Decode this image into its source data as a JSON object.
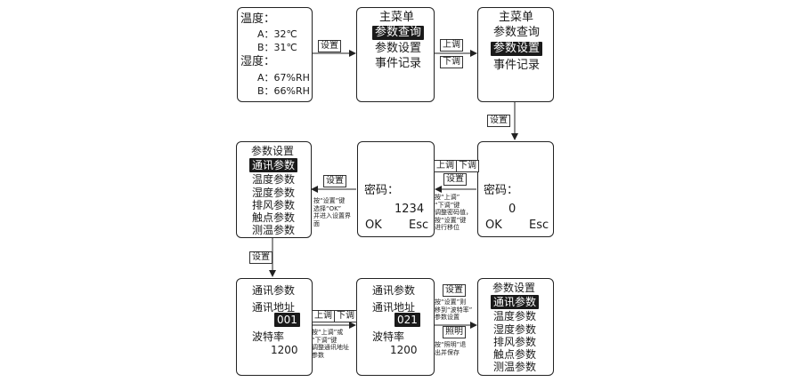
{
  "screen1": {
    "temp_label": "温度：",
    "temp_a": "A：32℃",
    "temp_b": "B：31℃",
    "hum_label": "湿度：",
    "hum_a": "A：67%RH",
    "hum_b": "B：66%RH"
  },
  "screen2": {
    "title": "主菜单",
    "item1": "参数查询",
    "item2": "参数设置",
    "item3": "事件记录",
    "selected": "参数查询"
  },
  "screen3": {
    "title": "主菜单",
    "item1": "参数查询",
    "item2": "参数设置",
    "item3": "事件记录",
    "selected": "参数设置"
  },
  "screen4": {
    "label": "密码：",
    "value": "0",
    "ok": "OK",
    "esc": "Esc"
  },
  "screen5": {
    "label": "密码：",
    "value": "1234",
    "ok": "OK",
    "esc": "Esc"
  },
  "screen6": {
    "title": "参数设置",
    "item1": "通讯参数",
    "item2": "温度参数",
    "item3": "湿度参数",
    "item4": "排风参数",
    "item5": "触点参数",
    "item6": "测温参数"
  },
  "screen7": {
    "title": "通讯参数",
    "addr_label": "通讯地址",
    "addr_value": "001",
    "baud_label": "波特率",
    "baud_value": "1200"
  },
  "screen8": {
    "title": "通讯参数",
    "addr_label": "通讯地址",
    "addr_value": "021",
    "baud_label": "波特率",
    "baud_value": "1200"
  },
  "screen9": {
    "title": "参数设置",
    "item1": "通讯参数",
    "item2": "温度参数",
    "item3": "湿度参数",
    "item4": "排风参数",
    "item5": "触点参数",
    "item6": "测温参数"
  },
  "keys": {
    "set": "设置",
    "up": "上调",
    "down": "下调",
    "light": "照明"
  },
  "notes": {
    "n1": "按“上调”\n“下调”键\n调整密码值，\n按“设置”键\n进行移位",
    "n2": "按“设置”键\n选择“OK”\n并进入设置界\n面",
    "n3": "按“上调”或\n“下调”键\n调整通讯地址\n参数",
    "n4": "按“设置”则\n移到“波特率”\n参数设置",
    "n5": "按“照明”退\n出并保存"
  }
}
